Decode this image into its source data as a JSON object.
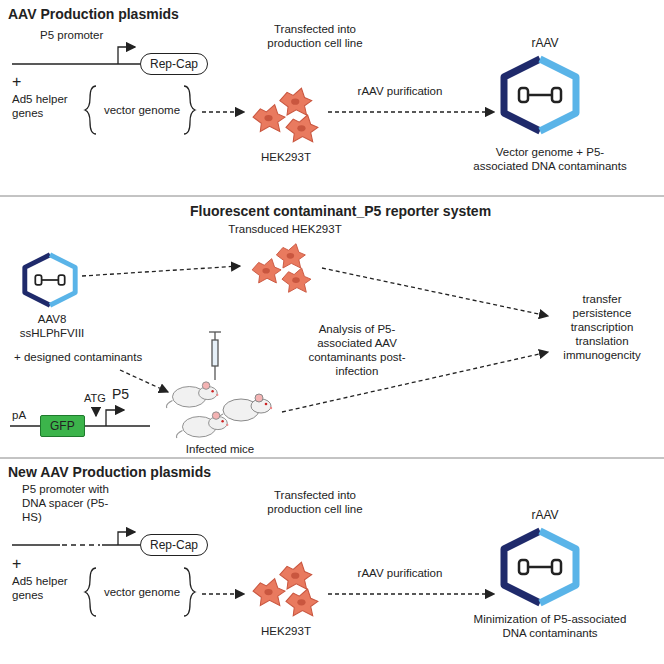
{
  "diagram": {
    "nodes": [
      {
        "text": [
          "Rep-Cap"
        ]
      },
      {
        "text": [
          "GFP"
        ]
      },
      {
        "text": [
          "Rep-Cap"
        ]
      }
    ],
    "labels": [
      "AAV Production plasmids",
      "P5 promoter",
      "Transfected into production cell line",
      "rAAV",
      "+",
      "Ad5 helper genes",
      "vector genome",
      "rAAV purification",
      "HEK293T",
      "Vector genome + P5-associated DNA contaminants",
      "Fluorescent contaminant_P5 reporter system",
      "Transduced HEK293T",
      "AAV8 ssHLPhFVIII",
      "+ designed contaminants",
      "Analysis of P5-associated AAV contaminants post-infection",
      "transfer persistence transcription translation immunogencity",
      "ATG",
      "P5",
      "pA",
      "Infected mice",
      "New AAV Production plasmids",
      "P5 promoter with DNA spacer (P5-HS)",
      "Transfected into production cell line",
      "rAAV",
      "+",
      "Ad5 helper genes",
      "vector genome",
      "rAAV purification",
      "HEK293T",
      "Minimization of P5-associated DNA contaminants"
    ]
  }
}
